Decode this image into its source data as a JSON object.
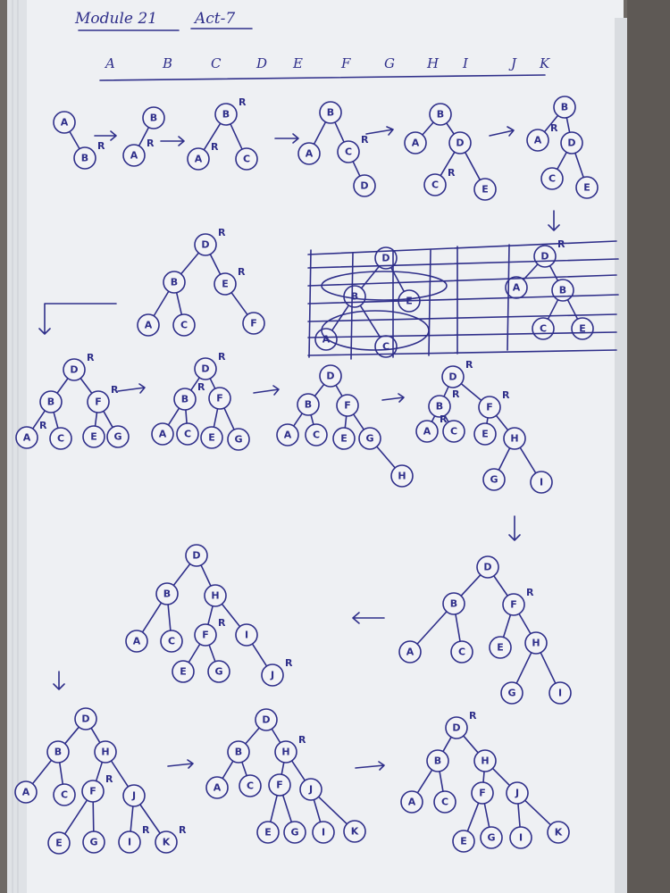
{
  "header": {
    "title": "Module 21",
    "subtitle": "Act-7",
    "sequence": [
      "A",
      "B",
      "C",
      "D",
      "E",
      "F",
      "G",
      "H",
      "I",
      "J",
      "K"
    ]
  },
  "trees": [
    {
      "id": "t1",
      "nodes": [
        {
          "k": "A"
        },
        {
          "k": "B"
        }
      ],
      "edges": [
        [
          0,
          1
        ]
      ],
      "rotate": [
        1
      ]
    },
    {
      "id": "t2",
      "nodes": [
        {
          "k": "B"
        },
        {
          "k": "A"
        }
      ],
      "edges": [
        [
          0,
          1
        ]
      ],
      "rotate": [
        1
      ]
    },
    {
      "id": "t3",
      "nodes": [
        {
          "k": "B"
        },
        {
          "k": "A"
        },
        {
          "k": "C"
        }
      ],
      "edges": [
        [
          0,
          1
        ],
        [
          0,
          2
        ]
      ],
      "rotate": [
        0,
        1
      ]
    },
    {
      "id": "t4",
      "nodes": [
        {
          "k": "B"
        },
        {
          "k": "A"
        },
        {
          "k": "C"
        },
        {
          "k": "D"
        }
      ],
      "edges": [
        [
          0,
          1
        ],
        [
          0,
          2
        ],
        [
          2,
          3
        ]
      ],
      "rotate": [
        2
      ]
    },
    {
      "id": "t5",
      "nodes": [
        {
          "k": "B"
        },
        {
          "k": "A"
        },
        {
          "k": "D"
        },
        {
          "k": "C"
        },
        {
          "k": "E"
        }
      ],
      "edges": [
        [
          0,
          1
        ],
        [
          0,
          2
        ],
        [
          2,
          3
        ],
        [
          2,
          4
        ]
      ],
      "rotate": [
        3
      ]
    },
    {
      "id": "t6",
      "nodes": [
        {
          "k": "B"
        },
        {
          "k": "A"
        },
        {
          "k": "D"
        },
        {
          "k": "C"
        },
        {
          "k": "E"
        }
      ],
      "edges": [
        [
          0,
          1
        ],
        [
          0,
          2
        ],
        [
          2,
          3
        ],
        [
          2,
          4
        ]
      ],
      "rotate": [
        1
      ]
    },
    {
      "id": "t7",
      "nodes": [
        {
          "k": "D"
        },
        {
          "k": "B"
        },
        {
          "k": "E"
        },
        {
          "k": "A"
        },
        {
          "k": "C"
        },
        {
          "k": "F"
        }
      ],
      "edges": [
        [
          0,
          1
        ],
        [
          0,
          2
        ],
        [
          1,
          3
        ],
        [
          1,
          4
        ],
        [
          2,
          5
        ]
      ],
      "rotate": [
        0,
        2
      ]
    },
    {
      "id": "t8",
      "nodes": [
        {
          "k": "D"
        },
        {
          "k": "B"
        },
        {
          "k": "E"
        },
        {
          "k": "A"
        },
        {
          "k": "C"
        }
      ],
      "edges": [
        [
          0,
          1
        ],
        [
          0,
          2
        ],
        [
          1,
          3
        ],
        [
          1,
          4
        ]
      ],
      "rotate": []
    },
    {
      "id": "t9",
      "nodes": [
        {
          "k": "D"
        },
        {
          "k": "A"
        },
        {
          "k": "B"
        },
        {
          "k": "C"
        },
        {
          "k": "E"
        }
      ],
      "edges": [
        [
          0,
          1
        ],
        [
          0,
          2
        ],
        [
          2,
          3
        ],
        [
          2,
          4
        ]
      ],
      "rotate": [
        0
      ]
    },
    {
      "id": "t10",
      "nodes": [
        {
          "k": "D"
        },
        {
          "k": "B"
        },
        {
          "k": "F"
        },
        {
          "k": "A"
        },
        {
          "k": "C"
        },
        {
          "k": "E"
        },
        {
          "k": "G"
        }
      ],
      "edges": [
        [
          0,
          1
        ],
        [
          0,
          2
        ],
        [
          1,
          3
        ],
        [
          1,
          4
        ],
        [
          2,
          5
        ],
        [
          2,
          6
        ]
      ],
      "rotate": [
        0,
        2,
        3
      ]
    },
    {
      "id": "t11",
      "nodes": [
        {
          "k": "D"
        },
        {
          "k": "B"
        },
        {
          "k": "F"
        },
        {
          "k": "A"
        },
        {
          "k": "C"
        },
        {
          "k": "E"
        },
        {
          "k": "G"
        }
      ],
      "edges": [
        [
          0,
          1
        ],
        [
          0,
          2
        ],
        [
          1,
          3
        ],
        [
          1,
          4
        ],
        [
          2,
          5
        ],
        [
          2,
          6
        ]
      ],
      "rotate": [
        0,
        1
      ]
    },
    {
      "id": "t12",
      "nodes": [
        {
          "k": "D"
        },
        {
          "k": "B"
        },
        {
          "k": "F"
        },
        {
          "k": "A"
        },
        {
          "k": "C"
        },
        {
          "k": "E"
        },
        {
          "k": "G"
        },
        {
          "k": "H"
        }
      ],
      "edges": [
        [
          0,
          1
        ],
        [
          0,
          2
        ],
        [
          1,
          3
        ],
        [
          1,
          4
        ],
        [
          2,
          5
        ],
        [
          2,
          6
        ],
        [
          6,
          7
        ]
      ],
      "rotate": []
    },
    {
      "id": "t13",
      "nodes": [
        {
          "k": "D"
        },
        {
          "k": "B"
        },
        {
          "k": "F"
        },
        {
          "k": "A"
        },
        {
          "k": "C"
        },
        {
          "k": "E"
        },
        {
          "k": "H"
        },
        {
          "k": "G"
        },
        {
          "k": "I"
        }
      ],
      "edges": [
        [
          0,
          1
        ],
        [
          0,
          2
        ],
        [
          1,
          3
        ],
        [
          1,
          4
        ],
        [
          2,
          5
        ],
        [
          2,
          6
        ],
        [
          6,
          7
        ],
        [
          6,
          8
        ]
      ],
      "rotate": [
        0,
        1,
        2,
        3
      ]
    },
    {
      "id": "t14",
      "nodes": [
        {
          "k": "D"
        },
        {
          "k": "B"
        },
        {
          "k": "F"
        },
        {
          "k": "A"
        },
        {
          "k": "C"
        },
        {
          "k": "E"
        },
        {
          "k": "H"
        },
        {
          "k": "G"
        },
        {
          "k": "I"
        }
      ],
      "edges": [
        [
          0,
          1
        ],
        [
          0,
          2
        ],
        [
          1,
          3
        ],
        [
          1,
          4
        ],
        [
          2,
          5
        ],
        [
          2,
          6
        ],
        [
          6,
          7
        ],
        [
          6,
          8
        ]
      ],
      "rotate": [
        2
      ]
    },
    {
      "id": "t15",
      "nodes": [
        {
          "k": "D"
        },
        {
          "k": "B"
        },
        {
          "k": "H"
        },
        {
          "k": "A"
        },
        {
          "k": "C"
        },
        {
          "k": "F"
        },
        {
          "k": "I"
        },
        {
          "k": "E"
        },
        {
          "k": "G"
        },
        {
          "k": "J"
        }
      ],
      "edges": [
        [
          0,
          1
        ],
        [
          0,
          2
        ],
        [
          1,
          3
        ],
        [
          1,
          4
        ],
        [
          2,
          5
        ],
        [
          2,
          6
        ],
        [
          5,
          7
        ],
        [
          5,
          8
        ],
        [
          6,
          9
        ]
      ],
      "rotate": [
        5,
        9
      ]
    },
    {
      "id": "t16",
      "nodes": [
        {
          "k": "D"
        },
        {
          "k": "B"
        },
        {
          "k": "H"
        },
        {
          "k": "A"
        },
        {
          "k": "C"
        },
        {
          "k": "F"
        },
        {
          "k": "J"
        },
        {
          "k": "E"
        },
        {
          "k": "G"
        },
        {
          "k": "I"
        },
        {
          "k": "K"
        }
      ],
      "edges": [
        [
          0,
          1
        ],
        [
          0,
          2
        ],
        [
          1,
          3
        ],
        [
          1,
          4
        ],
        [
          2,
          5
        ],
        [
          2,
          6
        ],
        [
          5,
          7
        ],
        [
          5,
          8
        ],
        [
          6,
          9
        ],
        [
          6,
          10
        ]
      ],
      "rotate": [
        5,
        9,
        10
      ]
    },
    {
      "id": "t17",
      "nodes": [
        {
          "k": "D"
        },
        {
          "k": "B"
        },
        {
          "k": "H"
        },
        {
          "k": "A"
        },
        {
          "k": "C"
        },
        {
          "k": "F"
        },
        {
          "k": "J"
        },
        {
          "k": "E"
        },
        {
          "k": "G"
        },
        {
          "k": "I"
        },
        {
          "k": "K"
        }
      ],
      "edges": [
        [
          0,
          1
        ],
        [
          0,
          2
        ],
        [
          1,
          3
        ],
        [
          1,
          4
        ],
        [
          2,
          5
        ],
        [
          2,
          6
        ],
        [
          5,
          7
        ],
        [
          5,
          8
        ],
        [
          6,
          9
        ],
        [
          6,
          10
        ]
      ],
      "rotate": [
        2
      ]
    },
    {
      "id": "t18",
      "nodes": [
        {
          "k": "D"
        },
        {
          "k": "B"
        },
        {
          "k": "H"
        },
        {
          "k": "A"
        },
        {
          "k": "C"
        },
        {
          "k": "F"
        },
        {
          "k": "J"
        },
        {
          "k": "E"
        },
        {
          "k": "G"
        },
        {
          "k": "I"
        },
        {
          "k": "K"
        }
      ],
      "edges": [
        [
          0,
          1
        ],
        [
          0,
          2
        ],
        [
          1,
          3
        ],
        [
          1,
          4
        ],
        [
          2,
          5
        ],
        [
          2,
          6
        ],
        [
          5,
          7
        ],
        [
          5,
          8
        ],
        [
          6,
          9
        ],
        [
          6,
          10
        ]
      ],
      "rotate": [
        0
      ]
    }
  ],
  "rotation_label": "R"
}
